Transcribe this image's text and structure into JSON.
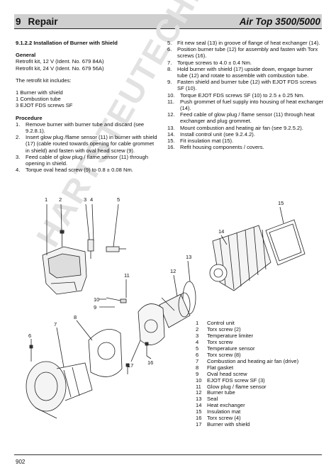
{
  "header": {
    "section_number": "9",
    "section_title": "Repair",
    "product": "Air Top 3500/5000"
  },
  "subsection": "9.1.2.2 Installation of Burner with Shield",
  "general": {
    "heading": "General",
    "lines": [
      "Retrofit kit, 12 V (Ident. No. 679 84A)",
      "Retrofit kit, 24 V (Ident. No. 679 56A)"
    ]
  },
  "retrofit": {
    "heading": "The retrofit kit includes:",
    "items": [
      "1 Burner with shield",
      "1 Combustion tube",
      "3 EJOT FDS screws SF"
    ]
  },
  "procedure": {
    "heading": "Procedure",
    "steps": [
      {
        "n": "1.",
        "text": "Remove burner with burner tube and discard (see 9.2.8.1)."
      },
      {
        "n": "2.",
        "text": "Insert glow plug /flame sensor (11) in burner with shield (17) (cable routed towards opening for cable grommet in shield) and fasten with oval head screw (9)."
      },
      {
        "n": "3.",
        "text": "Feed cable of glow plug / flame sensor (11) through opening in shield."
      },
      {
        "n": "4.",
        "text": "Torque oval head screw (9) to 0.8 ± 0.08 Nm."
      },
      {
        "n": "5.",
        "text": "Fit new seal (13) in groove of flange of heat exchanger (14)."
      },
      {
        "n": "6.",
        "text": "Position burner tube (12) for assembly and fasten with Torx screws (16)."
      },
      {
        "n": "7.",
        "text": "Torque screws to 4.0 ± 0.4 Nm."
      },
      {
        "n": "8.",
        "text": "Hold burner with shield (17) upside down, engage burner tube (12) and rotate to assemble with combustion tube."
      },
      {
        "n": "9.",
        "text": "Fasten shield and burner tube (12) with EJOT FDS screws SF (10)."
      },
      {
        "n": "10.",
        "text": "Torque EJOT FDS screws SF (10) to 2.5 ± 0.25 Nm."
      },
      {
        "n": "11.",
        "text": "Push grommet of fuel supply into housing of heat exchanger (14)."
      },
      {
        "n": "12.",
        "text": "Feed cable of glow plug / flame sensor (11) through heat exchanger and plug grommet."
      },
      {
        "n": "13.",
        "text": "Mount combustion and heating air fan (see 9.2.5.2)."
      },
      {
        "n": "14.",
        "text": "Install control unit (see 9.2.4.2)."
      },
      {
        "n": "15.",
        "text": "Fit insulation mat (15)."
      },
      {
        "n": "16.",
        "text": "Refit housing components / covers."
      }
    ]
  },
  "watermark": "HARTSTEUTECHNIK",
  "diagram": {
    "callouts": [
      "1",
      "2",
      "3",
      "4",
      "5",
      "15",
      "14",
      "13",
      "12",
      "11",
      "10",
      "9",
      "8",
      "7",
      "6",
      "17",
      "16"
    ]
  },
  "legend": [
    {
      "n": "1",
      "label": "Control unit"
    },
    {
      "n": "2",
      "label": "Torx screw (2)"
    },
    {
      "n": "3",
      "label": "Temperature limiter"
    },
    {
      "n": "4",
      "label": "Torx screw"
    },
    {
      "n": "5",
      "label": "Temperature sensor"
    },
    {
      "n": "6",
      "label": "Torx screw (8)"
    },
    {
      "n": "7",
      "label": "Combustion and heating air fan (drive)"
    },
    {
      "n": "8",
      "label": "Flat gasket"
    },
    {
      "n": "9",
      "label": "Oval head screw"
    },
    {
      "n": "10",
      "label": "EJOT FDS screw SF (3)"
    },
    {
      "n": "11",
      "label": "Glow plug / flame sensor"
    },
    {
      "n": "12",
      "label": "Burner tube"
    },
    {
      "n": "13",
      "label": "Seal"
    },
    {
      "n": "14",
      "label": "Heat exchanger"
    },
    {
      "n": "15",
      "label": "Insulation mat"
    },
    {
      "n": "16",
      "label": "Torx screw (4)"
    },
    {
      "n": "17",
      "label": "Burner with shield"
    }
  ],
  "footer": {
    "page_number": "902"
  }
}
